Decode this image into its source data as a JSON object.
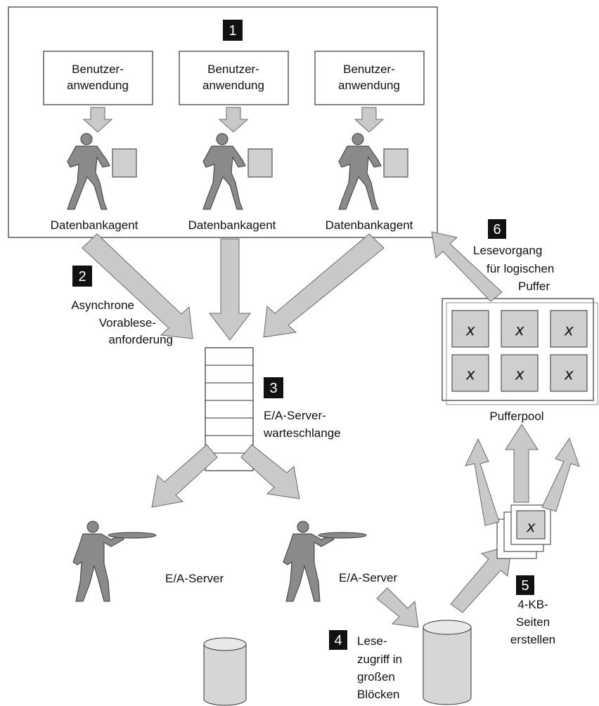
{
  "steps": {
    "s1": "1",
    "s2": "2",
    "s3": "3",
    "s4": "4",
    "s5": "5",
    "s6": "6"
  },
  "apps": [
    {
      "line1": "Benutzer-",
      "line2": "anwendung"
    },
    {
      "line1": "Benutzer-",
      "line2": "anwendung"
    },
    {
      "line1": "Benutzer-",
      "line2": "anwendung"
    }
  ],
  "agents": [
    "Datenbankagent",
    "Datenbankagent",
    "Datenbankagent"
  ],
  "prefetch": {
    "line1": "Asynchrone",
    "line2": "Vorablese-",
    "line3": "anforderung"
  },
  "queue": {
    "line1": "E/A-Server-",
    "line2": "warteschlange"
  },
  "servers": [
    "E/A-Server",
    "E/A-Server"
  ],
  "read": {
    "line1": "Lese-",
    "line2": "zugriff in",
    "line3": "großen",
    "line4": "Blöcken"
  },
  "pages": {
    "line1": "4-KB-",
    "line2": "Seiten",
    "line3": "erstellen"
  },
  "logical": {
    "line1": "Lesevorgang",
    "line2": "für logischen",
    "line3": "Puffer"
  },
  "pool": "Pufferpool",
  "page_mark": "X"
}
